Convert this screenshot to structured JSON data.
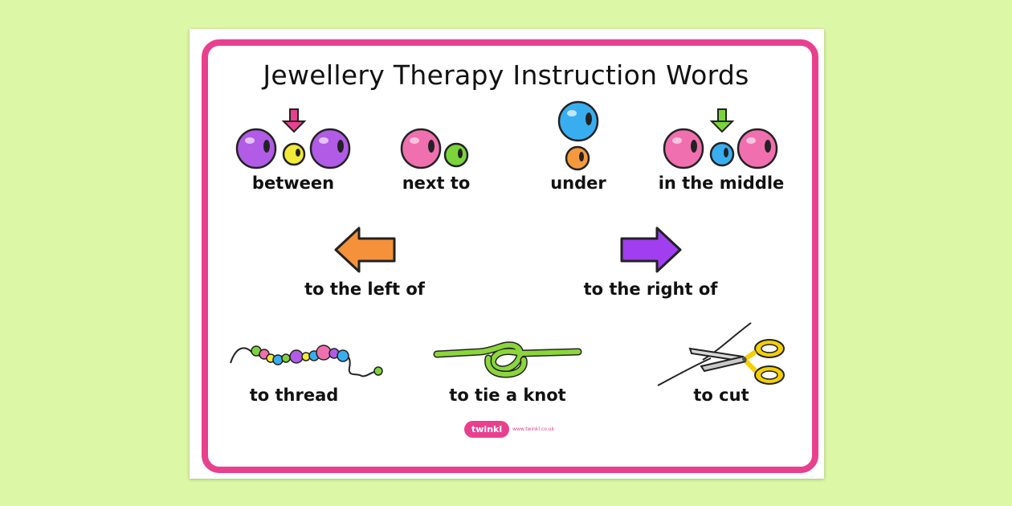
{
  "title": "Jewellery Therapy Instruction Words",
  "words": {
    "between": "between",
    "next_to": "next to",
    "under": "under",
    "in_the_middle": "in the middle",
    "left_of": "to the left of",
    "right_of": "to the right of",
    "thread": "to thread",
    "tie_knot": "to tie a knot",
    "cut": "to cut"
  },
  "logo": {
    "name": "twinkl",
    "url": "www.twinkl.co.uk"
  },
  "colors": {
    "background": "#dcf7a6",
    "frame": "#e8408f",
    "bead_purple": "#b15be6",
    "bead_yellow": "#f2ea3a",
    "bead_pink": "#f06fae",
    "bead_green": "#7cd43b",
    "bead_blue": "#38aef0",
    "bead_orange": "#f59a3c",
    "arrow_left": "#f5913b",
    "arrow_right": "#a13ef0",
    "knot": "#8bd63a",
    "scissor_handle": "#f5d000"
  },
  "icons": [
    "pink-down-arrow-icon",
    "green-down-arrow-icon",
    "orange-left-arrow-icon",
    "purple-right-arrow-icon",
    "bead-string-icon",
    "knot-icon",
    "scissors-icon"
  ]
}
